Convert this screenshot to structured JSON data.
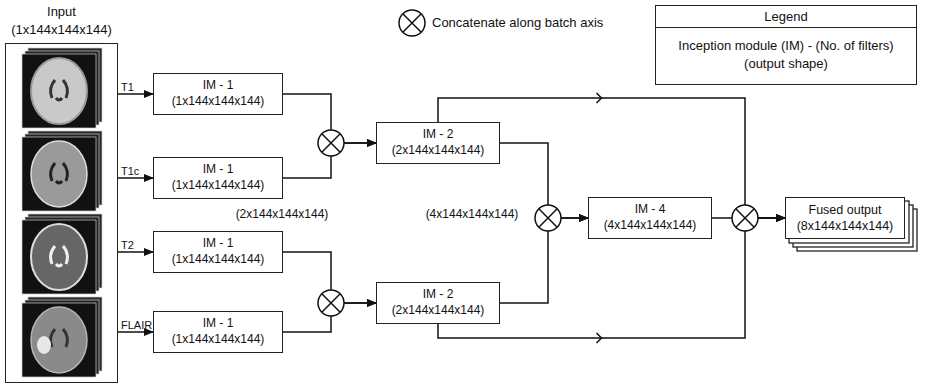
{
  "diagram": {
    "nodes": [
      {
        "text": [
          "Input",
          "(1x144x144x144)"
        ]
      },
      {
        "text": [
          "IM - 1",
          "(1x144x144x144)"
        ]
      },
      {
        "text": [
          "IM - 1",
          "(1x144x144x144)"
        ]
      },
      {
        "text": [
          "IM - 1",
          "(1x144x144x144)"
        ]
      },
      {
        "text": [
          "IM - 1",
          "(1x144x144x144)"
        ]
      },
      {
        "text": [
          "IM - 2",
          "(2x144x144x144)"
        ]
      },
      {
        "text": [
          "IM - 2",
          "(2x144x144x144)"
        ]
      },
      {
        "text": [
          "IM - 4",
          "(4x144x144x144)"
        ]
      },
      {
        "text": [
          "Fused output",
          "(8x144x144x144)"
        ]
      },
      {
        "text": [
          "Legend",
          "Inception module (IM) - (No. of filters)",
          "(output shape)"
        ]
      }
    ],
    "edges": [
      {
        "from": 0,
        "to": 1,
        "label": "T1",
        "arrow": "to"
      },
      {
        "from": 0,
        "to": 2,
        "label": "T1c",
        "arrow": "to"
      },
      {
        "from": 0,
        "to": 3,
        "label": "T2",
        "arrow": "to"
      },
      {
        "from": 0,
        "to": 4,
        "label": "FLAIR",
        "arrow": "to"
      },
      {
        "from": 1,
        "to": 5,
        "arrow": "to"
      },
      {
        "from": 2,
        "to": 5,
        "arrow": "to"
      },
      {
        "from": 3,
        "to": 6,
        "arrow": "to"
      },
      {
        "from": 4,
        "to": 6,
        "arrow": "to"
      },
      {
        "from": 5,
        "to": 7,
        "arrow": "to"
      },
      {
        "from": 6,
        "to": 7,
        "arrow": "to"
      },
      {
        "from": 5,
        "to": 8,
        "arrow": "to"
      },
      {
        "from": 7,
        "to": 8,
        "arrow": "to"
      },
      {
        "from": 6,
        "to": 8,
        "arrow": "to"
      }
    ],
    "labels": [
      "(2x144x144x144)",
      "(4x144x144x144)"
    ],
    "legend": [
      {
        "text": "Concatenate along batch axis"
      }
    ]
  }
}
